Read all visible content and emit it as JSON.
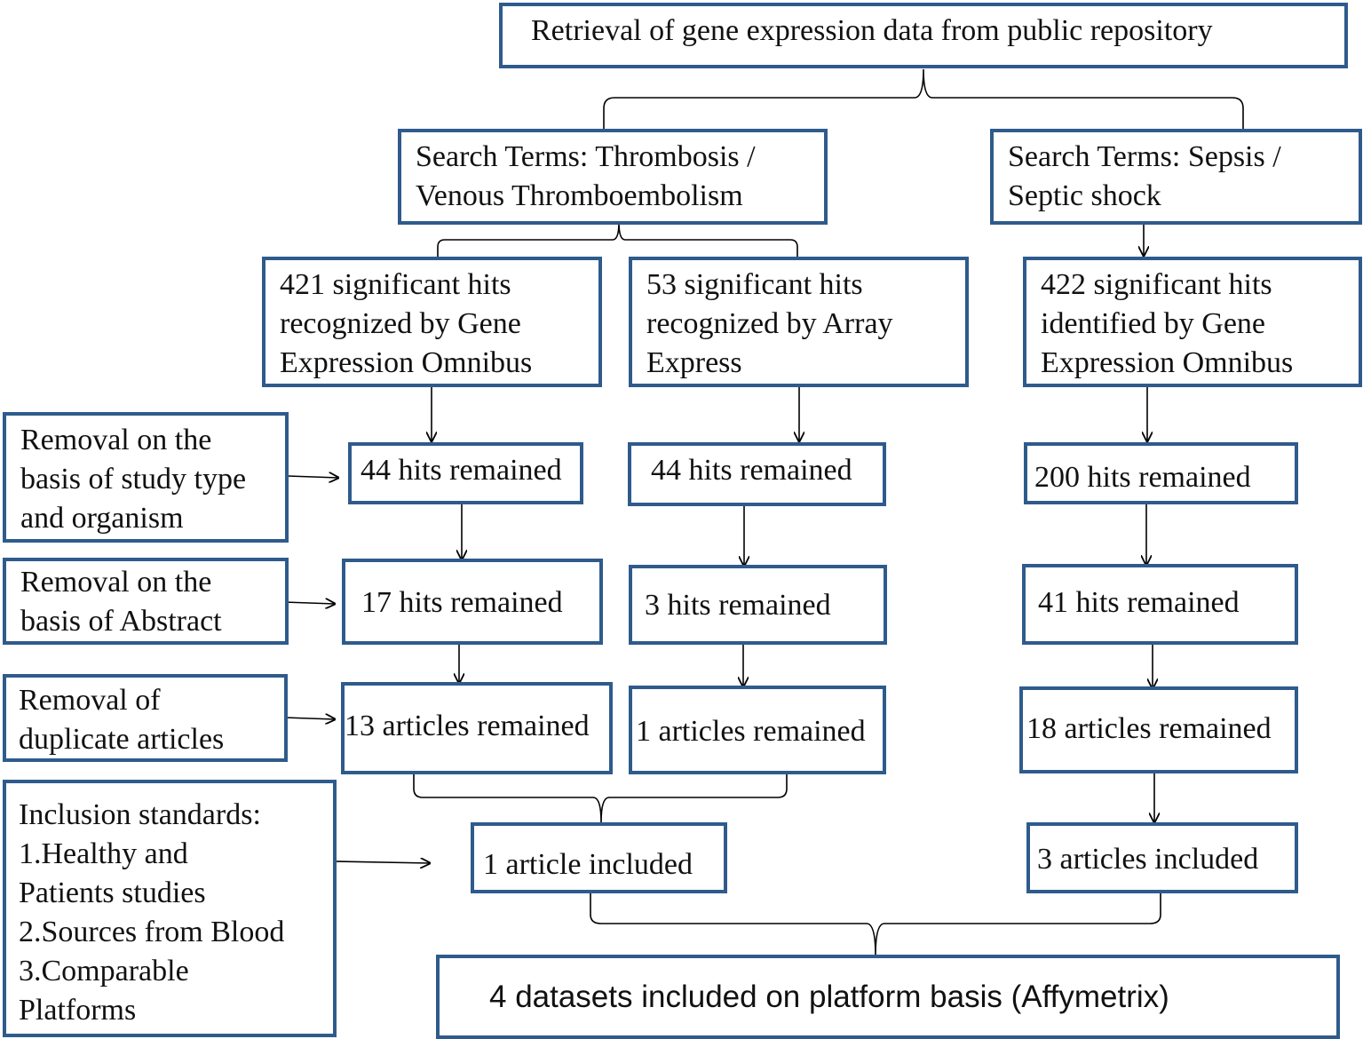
{
  "nodes": {
    "retrieval": "Retrieval of gene expression data from public repository",
    "search_thrombosis": [
      "Search Terms: Thrombosis /",
      "Venous Thromboembolism"
    ],
    "search_sepsis": [
      "Search Terms: Sepsis /",
      "Septic shock"
    ],
    "hits_geo_thrombosis": [
      "421 significant hits",
      "recognized  by Gene",
      "Expression Omnibus"
    ],
    "hits_ae_thrombosis": [
      "53 significant hits",
      "recognized  by Array",
      "Express"
    ],
    "hits_geo_sepsis": [
      "422 significant hits",
      "identified  by Gene",
      "Expression Omnibus"
    ],
    "removal_study_type": [
      "Removal on the",
      "basis of study type",
      "and organism"
    ],
    "removal_abstract": [
      "Removal on the",
      "basis of  Abstract"
    ],
    "removal_duplicates": [
      "Removal of",
      "duplicate articles"
    ],
    "inclusion_standards": [
      "Inclusion standards:",
      "1.Healthy and",
      "Patients studies",
      "2.Sources from Blood",
      "3.Comparable",
      "Platforms"
    ],
    "t_geo_44": "44 hits remained",
    "t_ae_44": "44 hits remained",
    "s_200": "200 hits remained",
    "t_geo_17": "17 hits remained",
    "t_ae_3": "3 hits remained",
    "s_41": "41 hits remained",
    "t_geo_13": "13 articles remained",
    "t_ae_1": "1 articles remained",
    "s_18": "18 articles remained",
    "t_included": "1 article included",
    "s_included": "3 articles included",
    "final": "4 datasets included  on platform basis (Affymetrix)"
  },
  "colors": {
    "box_border": "#2f5b8c",
    "connector": "#000000",
    "text": "#111111"
  }
}
